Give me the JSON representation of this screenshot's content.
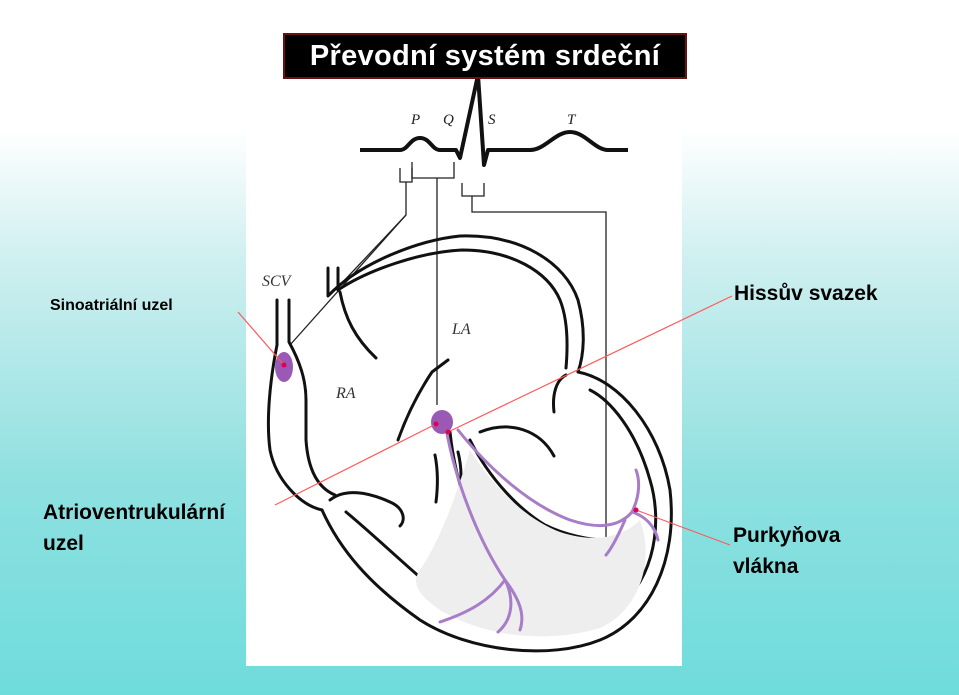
{
  "title": "Převodní systém srdeční",
  "ecg_waves": {
    "p": "P",
    "q": "Q",
    "s": "S",
    "t": "T"
  },
  "chambers": {
    "scv": "SCV",
    "la": "LA",
    "ra": "RA"
  },
  "callouts": {
    "sinoatrial": "Sinoatriální uzel",
    "his_bundle": "Hissův svazek",
    "av_node_line1": "Atrioventrukulární",
    "av_node_line2": "uzel",
    "purkinje_line1": "Purkyňova",
    "purkinje_line2": "vlákna"
  },
  "colors": {
    "background_top": "#ffffff",
    "background_bottom": "#6fdcdc",
    "title_bg": "#000000",
    "title_text": "#ffffff",
    "pointer_line": "#ff5a5a",
    "conduction_tissue": "#a87dc8",
    "node_fill": "#9b59b6"
  }
}
